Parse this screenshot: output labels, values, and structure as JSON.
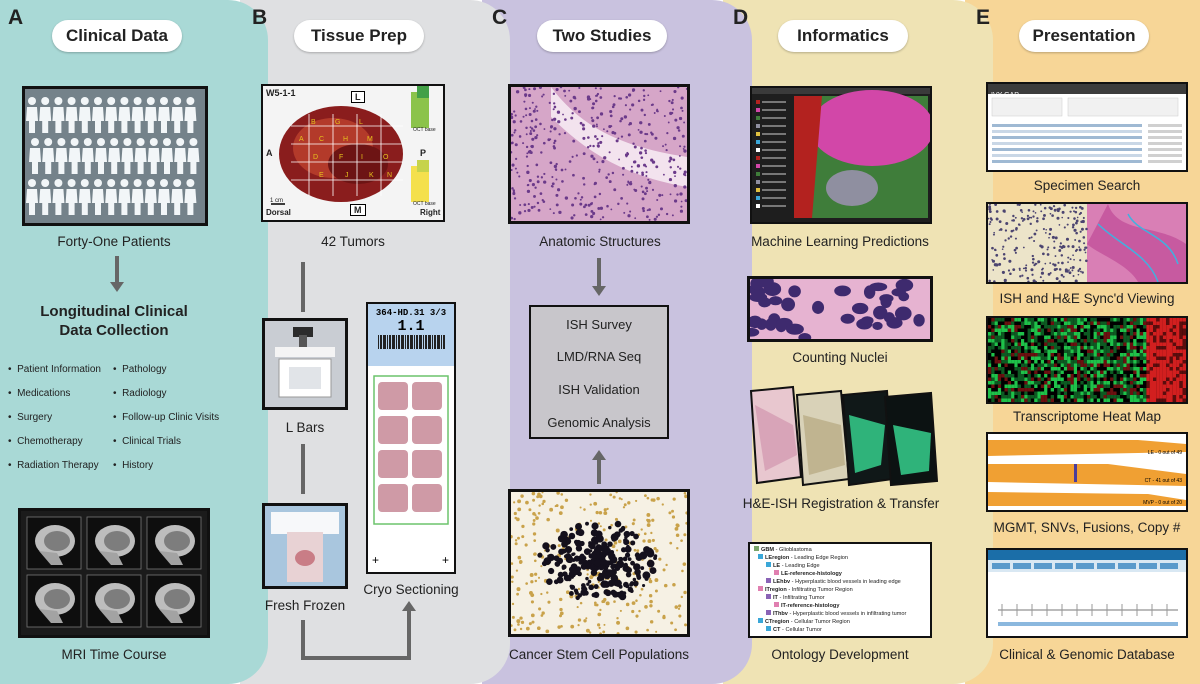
{
  "panels": [
    {
      "letter": "A",
      "title": "Clinical Data"
    },
    {
      "letter": "B",
      "title": "Tissue Prep"
    },
    {
      "letter": "C",
      "title": "Two Studies"
    },
    {
      "letter": "D",
      "title": "Informatics"
    },
    {
      "letter": "E",
      "title": "Presentation"
    }
  ],
  "clinical": {
    "patients_caption": "Forty-One Patients",
    "longitudinal_line1": "Longitudinal Clinical",
    "longitudinal_line2": "Data Collection",
    "bullets_left": [
      "Patient Information",
      "Medications",
      "Surgery",
      "Chemotherapy",
      "Radiation Therapy"
    ],
    "bullets_right": [
      "Pathology",
      "Radiology",
      "Follow-up Clinic Visits",
      "Clinical Trials",
      "History"
    ],
    "mri_caption": "MRI Time Course"
  },
  "tissue": {
    "tumors_caption": "42 Tumors",
    "specimen_id": "W5-1-1",
    "specimen_labels": {
      "l": "L",
      "a": "A",
      "p": "P",
      "m": "M",
      "dorsal": "Dorsal",
      "right": "Right",
      "scale": "1 cm",
      "oct1": "OCT base",
      "oct2": "OCT base"
    },
    "lbars_caption": "L Bars",
    "fresh_caption": "Fresh Frozen",
    "cryo_caption": "Cryo Sectioning",
    "slide_label_top": "364-HD.31 3/3",
    "slide_label_num": "1.1"
  },
  "studies": {
    "anatomic_caption": "Anatomic Structures",
    "workflow": [
      "ISH Survey",
      "LMD/RNA Seq",
      "ISH Validation",
      "Genomic Analysis"
    ],
    "stem_caption": "Cancer Stem Cell Populations"
  },
  "informatics": {
    "ml_caption": "Machine Learning Predictions",
    "nuclei_caption": "Counting Nuclei",
    "registration_caption": "H&E-ISH Registration & Transfer",
    "ontology_caption": "Ontology Development",
    "ontology_items": [
      {
        "code": "GBM",
        "text": "- Glioblastoma"
      },
      {
        "code": "LEregion",
        "text": "- Leading Edge Region"
      },
      {
        "code": "LE",
        "text": "- Leading Edge"
      },
      {
        "code": "LE-reference-histology",
        "text": ""
      },
      {
        "code": "LEhbv",
        "text": "- Hyperplastic blood vessels in leading edge"
      },
      {
        "code": "ITregion",
        "text": "- Infiltrating Tumor Region"
      },
      {
        "code": "IT",
        "text": "- Infiltrating Tumor"
      },
      {
        "code": "IT-reference-histology",
        "text": ""
      },
      {
        "code": "IThbv",
        "text": "- Hyperplastic blood vessels in infiltrating tumor"
      },
      {
        "code": "CTregion",
        "text": "- Cellular Tumor Region"
      },
      {
        "code": "CT",
        "text": "- Cellular Tumor"
      }
    ]
  },
  "presentation": {
    "specimen_caption": "Specimen Search",
    "ish_caption": "ISH and H&E Sync'd Viewing",
    "heatmap_caption": "Transcriptome Heat Map",
    "mgmt_caption": "MGMT, SNVs, Fusions, Copy #",
    "mgmt_labels": [
      "LE - 0 out of 49",
      "CT - 41 out of 43",
      "MVP - 0 out of 20"
    ],
    "database_caption": "Clinical & Genomic Database",
    "search_logo": "IVY GAP"
  },
  "colors": {
    "panel_a": "#a9d9d6",
    "panel_b": "#dfe0e2",
    "panel_c": "#c9c2df",
    "panel_d": "#efe3b4",
    "panel_e": "#f7d697",
    "arrow": "#666666"
  }
}
